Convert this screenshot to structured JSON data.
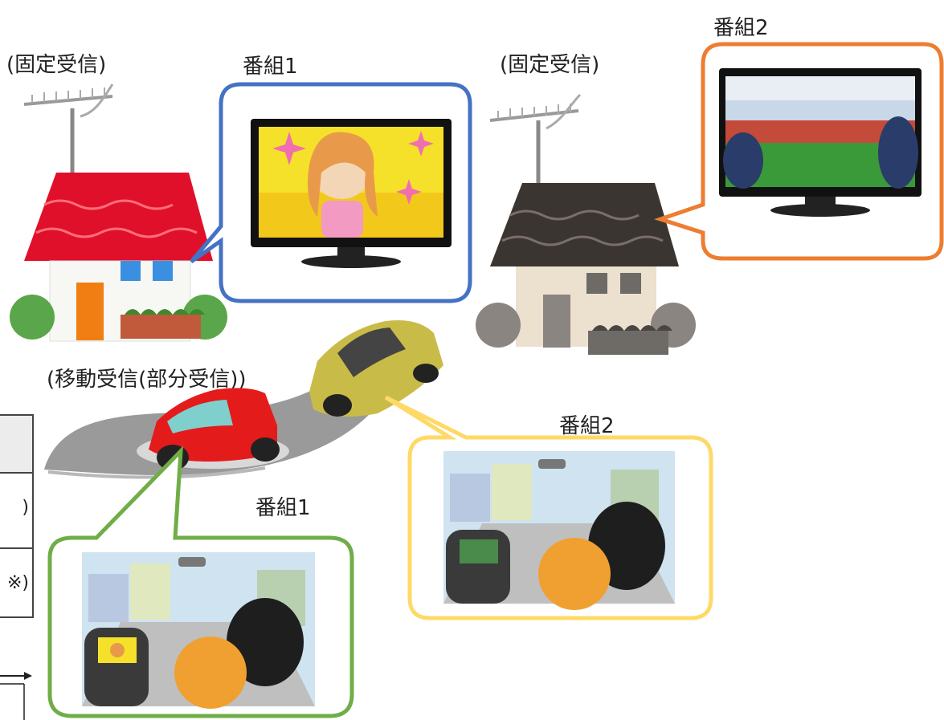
{
  "labels": {
    "fixed_left": "(固定受信)",
    "program1_top": "番組1",
    "fixed_right": "(固定受信)",
    "program2_top": "番組2",
    "mobile": "(移動受信(部分受信))",
    "program2_car": "番組2",
    "program1_car": "番組1"
  },
  "table_fragment": {
    "row1_text": ")",
    "row2_text": "※)"
  },
  "colors": {
    "bubble_blue": "#4472c4",
    "bubble_orange": "#ed7d31",
    "bubble_yellow": "#ffd966",
    "bubble_green": "#70ad47"
  }
}
